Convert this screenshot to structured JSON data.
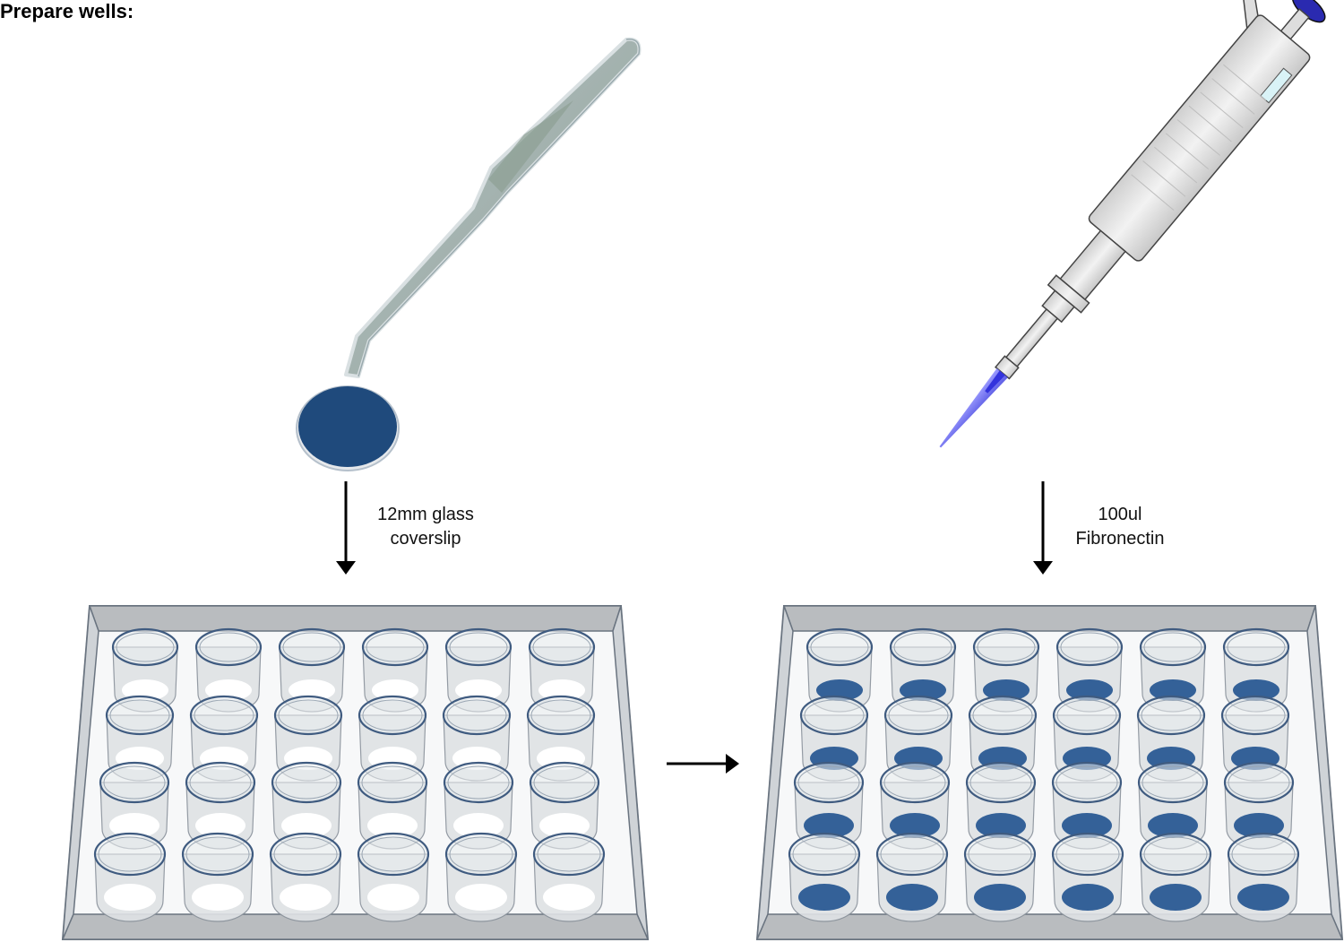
{
  "title": "Prepare wells:",
  "step1": {
    "line1": "12mm glass",
    "line2": "coverslip"
  },
  "step2": {
    "line1": "100ul",
    "line2": "Fibronectin"
  },
  "colors": {
    "coverslip": "#1f4a7c",
    "fibronectin": "#2a5a93",
    "tip_liquid": "#5555ee",
    "plate_wall": "#b9bcbf",
    "plunger": "#2a2ab0"
  },
  "plates": {
    "rows": 4,
    "cols": 6,
    "left_filled": false,
    "right_filled": true
  }
}
